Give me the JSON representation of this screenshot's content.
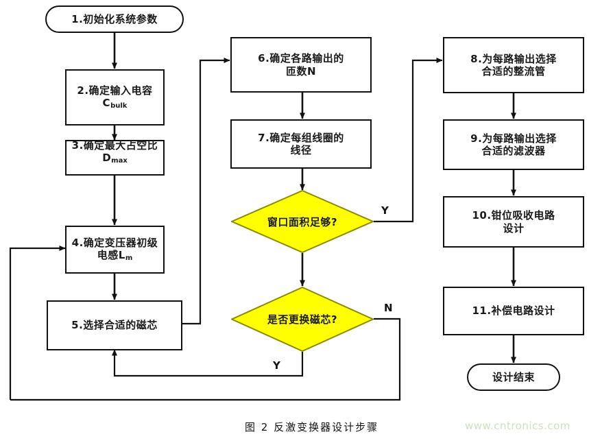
{
  "figure": {
    "caption": "图 2  反激变换器设计步骤",
    "watermark": "www.cntronics.com",
    "colors": {
      "decision_fill": "#FFFF00",
      "decision_stroke": "#8a8a00",
      "line": "#111111",
      "box_fill": "#FFFFFF",
      "watermark": "#cfe0c2"
    }
  },
  "nodes": {
    "start": {
      "label": "1.初始化系统参数",
      "shape": "terminator"
    },
    "step2": {
      "line1": "2.确定输入电容",
      "line2_main": "C",
      "line2_sub": "bulk",
      "shape": "process"
    },
    "step3": {
      "line1": "3.确定最大占空比",
      "line2_main": "D",
      "line2_sub": "max",
      "shape": "process"
    },
    "step4": {
      "line1": "4.确定变压器初级",
      "line2_main": "电感L",
      "line2_sub": "m",
      "shape": "process"
    },
    "step5": {
      "label": "5.选择合适的磁芯",
      "shape": "process"
    },
    "step6": {
      "line1": "6.确定各路输出的",
      "line2": "匝数N",
      "shape": "process"
    },
    "step7": {
      "line1": "7.确定每组线圈的",
      "line2": "线径",
      "shape": "process"
    },
    "decision1": {
      "label": "窗口面积足够?",
      "shape": "decision",
      "yes": "Y"
    },
    "decision2": {
      "label": "是否更换磁芯?",
      "shape": "decision",
      "yes": "Y",
      "no": "N"
    },
    "step8": {
      "line1": "8.为每路输出选择",
      "line2": "合适的整流管",
      "shape": "process"
    },
    "step9": {
      "line1": "9.为每路输出选择",
      "line2": "合适的滤波器",
      "shape": "process"
    },
    "step10": {
      "line1": "10.钳位吸收电路",
      "line2": "设计",
      "shape": "process"
    },
    "step11": {
      "label": "11.补偿电路设计",
      "shape": "process"
    },
    "end": {
      "label": "设计结束",
      "shape": "terminator"
    }
  },
  "edge_labels": {
    "d1_yes": "Y",
    "d2_no": "N",
    "d2_yes": "Y"
  }
}
